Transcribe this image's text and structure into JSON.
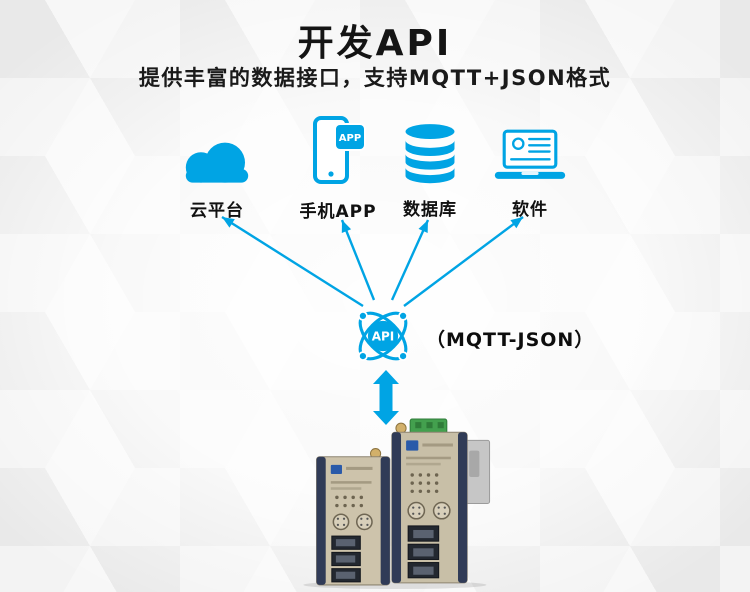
{
  "header": {
    "title": "开发API",
    "subtitle": "提供丰富的数据接口，支持MQTT+JSON格式"
  },
  "nodes": [
    {
      "id": "cloud-platform",
      "label": "云平台",
      "icon": "cloud-icon"
    },
    {
      "id": "mobile-app",
      "label": "手机APP",
      "icon": "phone-app-icon",
      "badge": "APP"
    },
    {
      "id": "database",
      "label": "数据库",
      "icon": "database-icon"
    },
    {
      "id": "software",
      "label": "软件",
      "icon": "laptop-icon"
    }
  ],
  "hub": {
    "label": "API",
    "annotation": "（MQTT-JSON）",
    "icon": "api-hub-icon"
  },
  "illustration": {
    "name": "industrial-gateway-devices"
  },
  "colors": {
    "accent": "#00a4e4",
    "title": "#141414",
    "background": "#efefef"
  }
}
